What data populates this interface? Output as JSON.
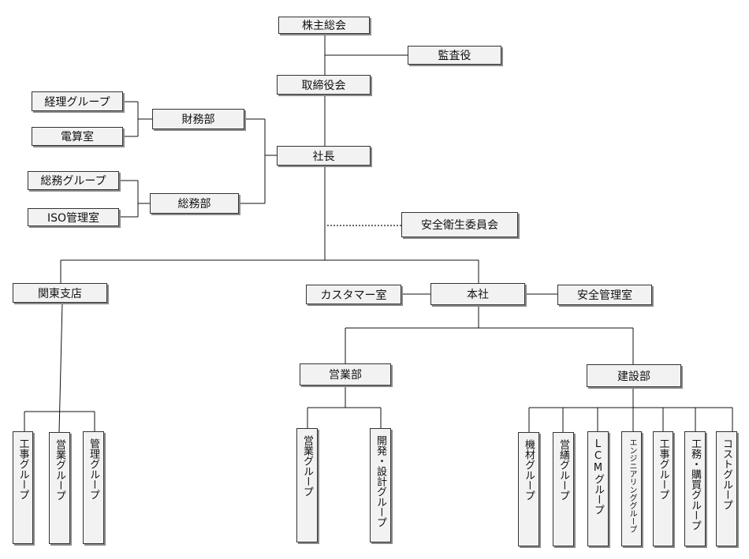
{
  "nodes": {
    "shareholders": "株主総会",
    "auditor": "監査役",
    "board": "取締役会",
    "accounting_group": "経理グループ",
    "computing_room": "電算室",
    "finance_dept": "財務部",
    "president": "社長",
    "general_affairs_group": "総務グループ",
    "iso_office": "ISO管理室",
    "general_affairs_dept": "総務部",
    "safety_committee": "安全衛生委員会",
    "kanto_branch": "関東支店",
    "customer_room": "カスタマー室",
    "headquarters": "本社",
    "safety_management_room": "安全管理室",
    "sales_dept": "営業部",
    "construction_dept": "建設部"
  },
  "kanto_groups": [
    "工事グループ",
    "営業グループ",
    "管理グループ"
  ],
  "sales_groups": [
    "営業グループ",
    "開発・設計グループ"
  ],
  "construction_groups": [
    "機材グループ",
    "営繕グループ",
    "LCMグループ",
    "エンジニアリンググループ",
    "工事グループ",
    "工務・購買グループ",
    "コストグループ"
  ]
}
